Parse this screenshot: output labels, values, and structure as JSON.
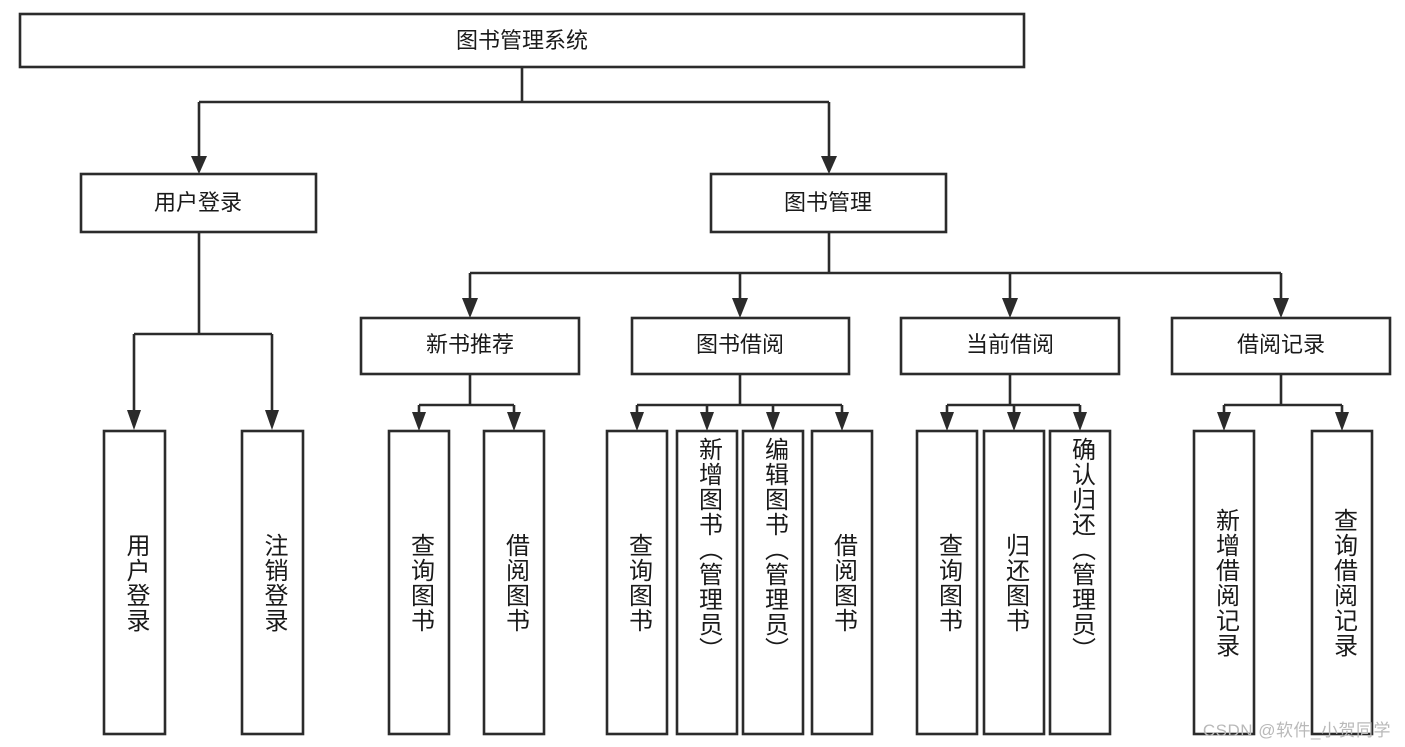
{
  "diagram": {
    "type": "tree",
    "title": "图书管理系统",
    "watermark": "CSDN @软件_小贺同学",
    "colors": {
      "box_stroke": "#2b2b2b",
      "box_fill": "#ffffff",
      "connector": "#2b2b2b",
      "text": "#1a1a1a",
      "watermark": "#b9b9b9",
      "background": "#ffffff"
    },
    "root": {
      "label": "图书管理系统"
    },
    "level2": [
      {
        "label": "用户登录"
      },
      {
        "label": "图书管理"
      }
    ],
    "level3": [
      {
        "label": "新书推荐"
      },
      {
        "label": "图书借阅"
      },
      {
        "label": "当前借阅"
      },
      {
        "label": "借阅记录"
      }
    ],
    "leaves": {
      "user_login": [
        {
          "label": "用户登录"
        },
        {
          "label": "注销登录"
        }
      ],
      "new_book_recommend": [
        {
          "label": "查询图书"
        },
        {
          "label": "借阅图书"
        }
      ],
      "book_borrow": [
        {
          "label": "查询图书"
        },
        {
          "label": "新增图书（管理员）"
        },
        {
          "label": "编辑图书（管理员）"
        },
        {
          "label": "借阅图书"
        }
      ],
      "current_borrow": [
        {
          "label": "查询图书"
        },
        {
          "label": "归还图书"
        },
        {
          "label": "确认归还（管理员）"
        }
      ],
      "borrow_record": [
        {
          "label": "新增借阅记录"
        },
        {
          "label": "查询借阅记录"
        }
      ]
    }
  }
}
